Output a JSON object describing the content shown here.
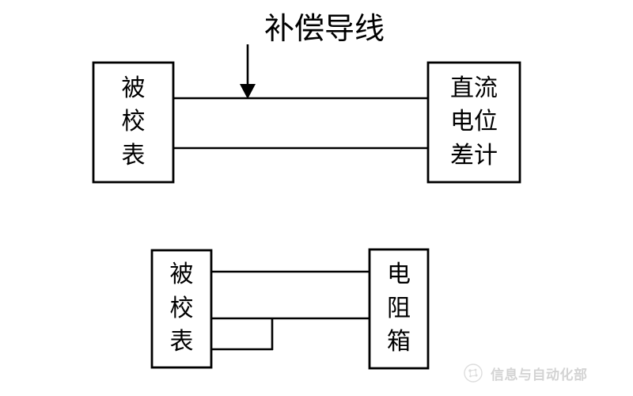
{
  "figure": {
    "background_color": "#ffffff",
    "line_color": "#000000",
    "annotation": {
      "label": "补偿导线",
      "arrow_name": "down-arrow"
    }
  },
  "top_diagram": {
    "name": "thermocouple-calibration-diagram",
    "left_box": {
      "label_lines": [
        "被",
        "校",
        "表"
      ],
      "label_full": "被校表"
    },
    "right_box": {
      "label_lines": [
        "直流",
        "电位",
        "差计"
      ],
      "label_full": "直流电位差计"
    },
    "wires": [
      "upper-lead",
      "lower-lead"
    ]
  },
  "bottom_diagram": {
    "name": "resistance-box-calibration-diagram",
    "left_box": {
      "label_lines": [
        "被",
        "校",
        "表"
      ],
      "label_full": "被校表"
    },
    "right_box": {
      "label_lines": [
        "电",
        "阻",
        "箱"
      ],
      "label_full": "电阻箱"
    },
    "wires": [
      "upper-lead",
      "middle-lead",
      "bottom-shorting-lead"
    ]
  },
  "watermark": {
    "text": "信息与自动化部",
    "logo_name": "cloud-logo"
  }
}
